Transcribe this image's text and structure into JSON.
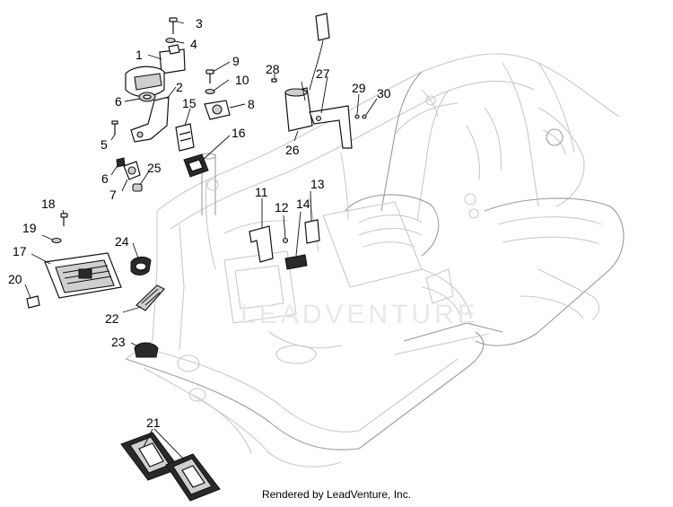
{
  "watermark": "LEADVENTURE",
  "footer": "Rendered by LeadVenture, Inc.",
  "callouts": {
    "c1": "1",
    "c2": "2",
    "c3": "3",
    "c4": "4",
    "c5": "5",
    "c6a": "6",
    "c6b": "6",
    "c7": "7",
    "c8": "8",
    "c9": "9",
    "c10": "10",
    "c11": "11",
    "c12": "12",
    "c13": "13",
    "c14": "14",
    "c15": "15",
    "c16": "16",
    "c17": "17",
    "c18": "18",
    "c19": "19",
    "c20": "20",
    "c21": "21",
    "c22": "22",
    "c23": "23",
    "c24": "24",
    "c25": "25",
    "c26": "26",
    "c27": "27",
    "c28": "28",
    "c29": "29",
    "c30": "30"
  }
}
